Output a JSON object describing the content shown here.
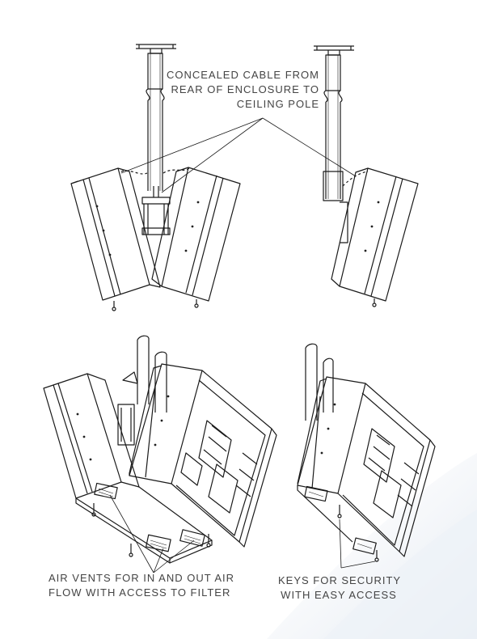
{
  "colors": {
    "line": "#1a1a1a",
    "caption": "#444444",
    "background_swoosh": "#dfe6ef"
  },
  "callouts": {
    "cable": {
      "lines": [
        "CONCEALED CABLE FROM",
        "REAR OF ENCLOSURE TO",
        "CEILING POLE"
      ]
    },
    "vents": {
      "lines": [
        "AIR VENTS FOR IN AND OUT AIR",
        "FLOW WITH ACCESS TO FILTER"
      ]
    },
    "keys": {
      "lines": [
        "KEYS FOR SECURITY",
        "WITH EASY ACCESS"
      ]
    }
  }
}
